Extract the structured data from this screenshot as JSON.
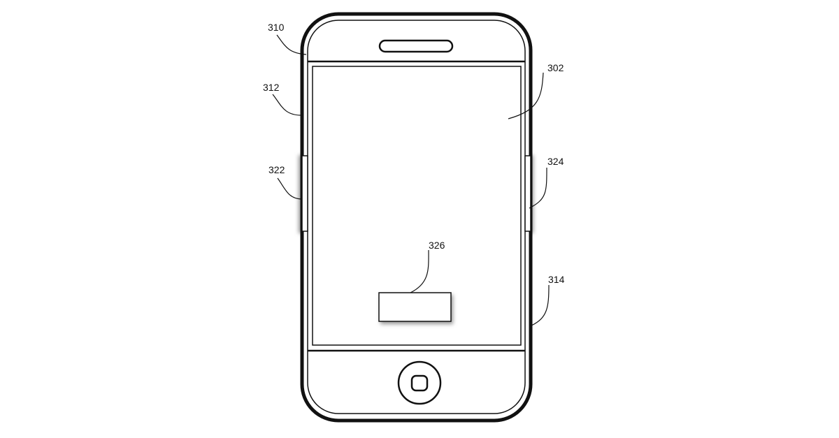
{
  "diagram": {
    "title": "Patent drawing of handheld device with touch screen",
    "labels": {
      "bezel_top": "310",
      "housing_side": "312",
      "side_button_left": "322",
      "display": "302",
      "side_button_right": "324",
      "onscreen_button": "326",
      "housing_edge": "314"
    },
    "colors": {
      "stroke": "#111111",
      "background": "#ffffff",
      "shadow": "#9a9a9a"
    }
  }
}
